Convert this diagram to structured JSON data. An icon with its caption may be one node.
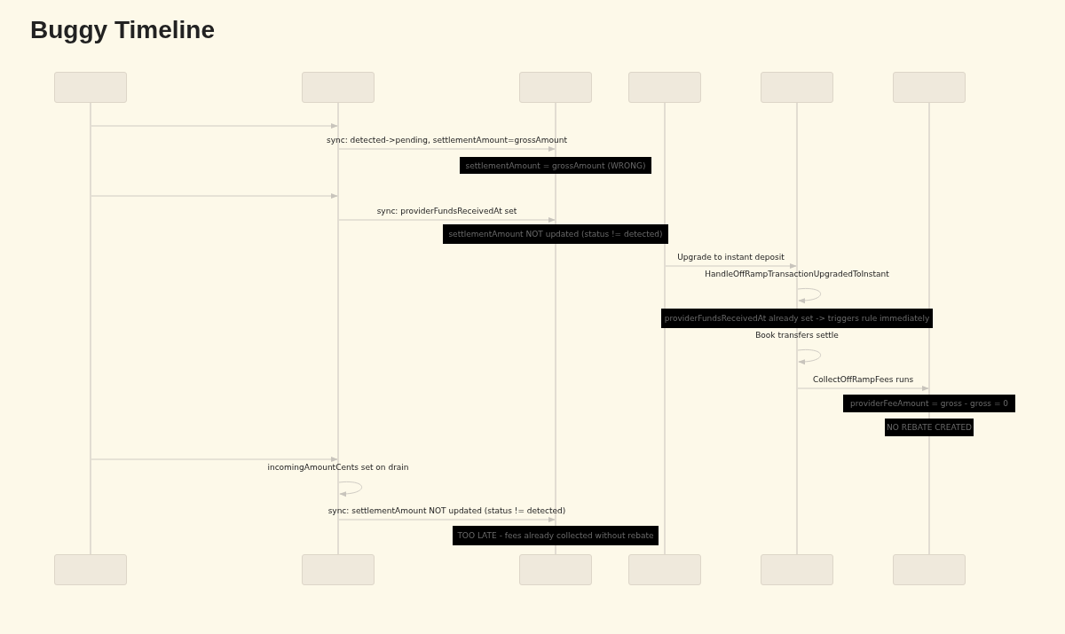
{
  "diagram": {
    "title": "Buggy Timeline",
    "nodes": [
      {
        "text": [],
        "shape": "box"
      },
      {
        "text": [],
        "shape": "box"
      },
      {
        "text": [],
        "shape": "box"
      },
      {
        "text": [],
        "shape": "box"
      },
      {
        "text": [],
        "shape": "box"
      },
      {
        "text": [],
        "shape": "box"
      },
      {
        "text": [],
        "shape": "bar"
      },
      {
        "text": [],
        "shape": "bar"
      },
      {
        "text": [],
        "shape": "bar"
      },
      {
        "text": [],
        "shape": "bar"
      },
      {
        "text": [],
        "shape": "bar"
      },
      {
        "text": [],
        "shape": "bar"
      },
      {
        "text": [],
        "shape": "bar"
      },
      {
        "text": [],
        "shape": "bar"
      },
      {
        "text": [],
        "shape": "bar"
      },
      {
        "text": [],
        "shape": "bar"
      },
      {
        "text": [],
        "shape": "bar"
      },
      {
        "text": [],
        "shape": "bar"
      },
      {
        "text": [
          "settlementAmount = grossAmount (WRONG)"
        ]
      },
      {
        "text": [
          "settlementAmount NOT updated (status != detected)"
        ]
      },
      {
        "text": [
          "providerFundsReceivedAt already set -> triggers rule immediately"
        ]
      },
      {
        "text": [
          "providerFeeAmount = gross - gross = 0"
        ]
      },
      {
        "text": [
          "NO REBATE CREATED"
        ]
      },
      {
        "text": [
          "TOO LATE - fees already collected without rebate"
        ]
      },
      {
        "text": [],
        "shape": "box"
      },
      {
        "text": [],
        "shape": "box"
      },
      {
        "text": [],
        "shape": "box"
      },
      {
        "text": [],
        "shape": "box"
      },
      {
        "text": [],
        "shape": "box"
      },
      {
        "text": [],
        "shape": "box"
      }
    ],
    "edges": [
      {
        "from": 6,
        "to": 7,
        "arrow": "to"
      },
      {
        "from": 7,
        "to": 8,
        "arrow": "to",
        "label": "sync: detected->pending, settlementAmount=grossAmount"
      },
      {
        "from": 6,
        "to": 7,
        "arrow": "to"
      },
      {
        "from": 7,
        "to": 9,
        "arrow": "to",
        "label": "sync: providerFundsReceivedAt set"
      },
      {
        "from": 12,
        "to": 13,
        "arrow": "to",
        "label": "Upgrade to instant deposit"
      },
      {
        "from": 13,
        "to": 13,
        "arrow": "to",
        "label": "HandleOffRampTransactionUpgradedToInstant"
      },
      {
        "from": 14,
        "to": 14,
        "arrow": "to",
        "label": "Book transfers settle"
      },
      {
        "from": 14,
        "to": 15,
        "arrow": "to",
        "label": "CollectOffRampFees runs"
      },
      {
        "from": 6,
        "to": 7,
        "arrow": "to"
      },
      {
        "from": 7,
        "to": 7,
        "arrow": "to",
        "label": "incomingAmountCents set on drain"
      },
      {
        "from": 7,
        "to": 10,
        "arrow": "to",
        "label": "sync: settlementAmount NOT updated (status != detected)"
      }
    ]
  }
}
